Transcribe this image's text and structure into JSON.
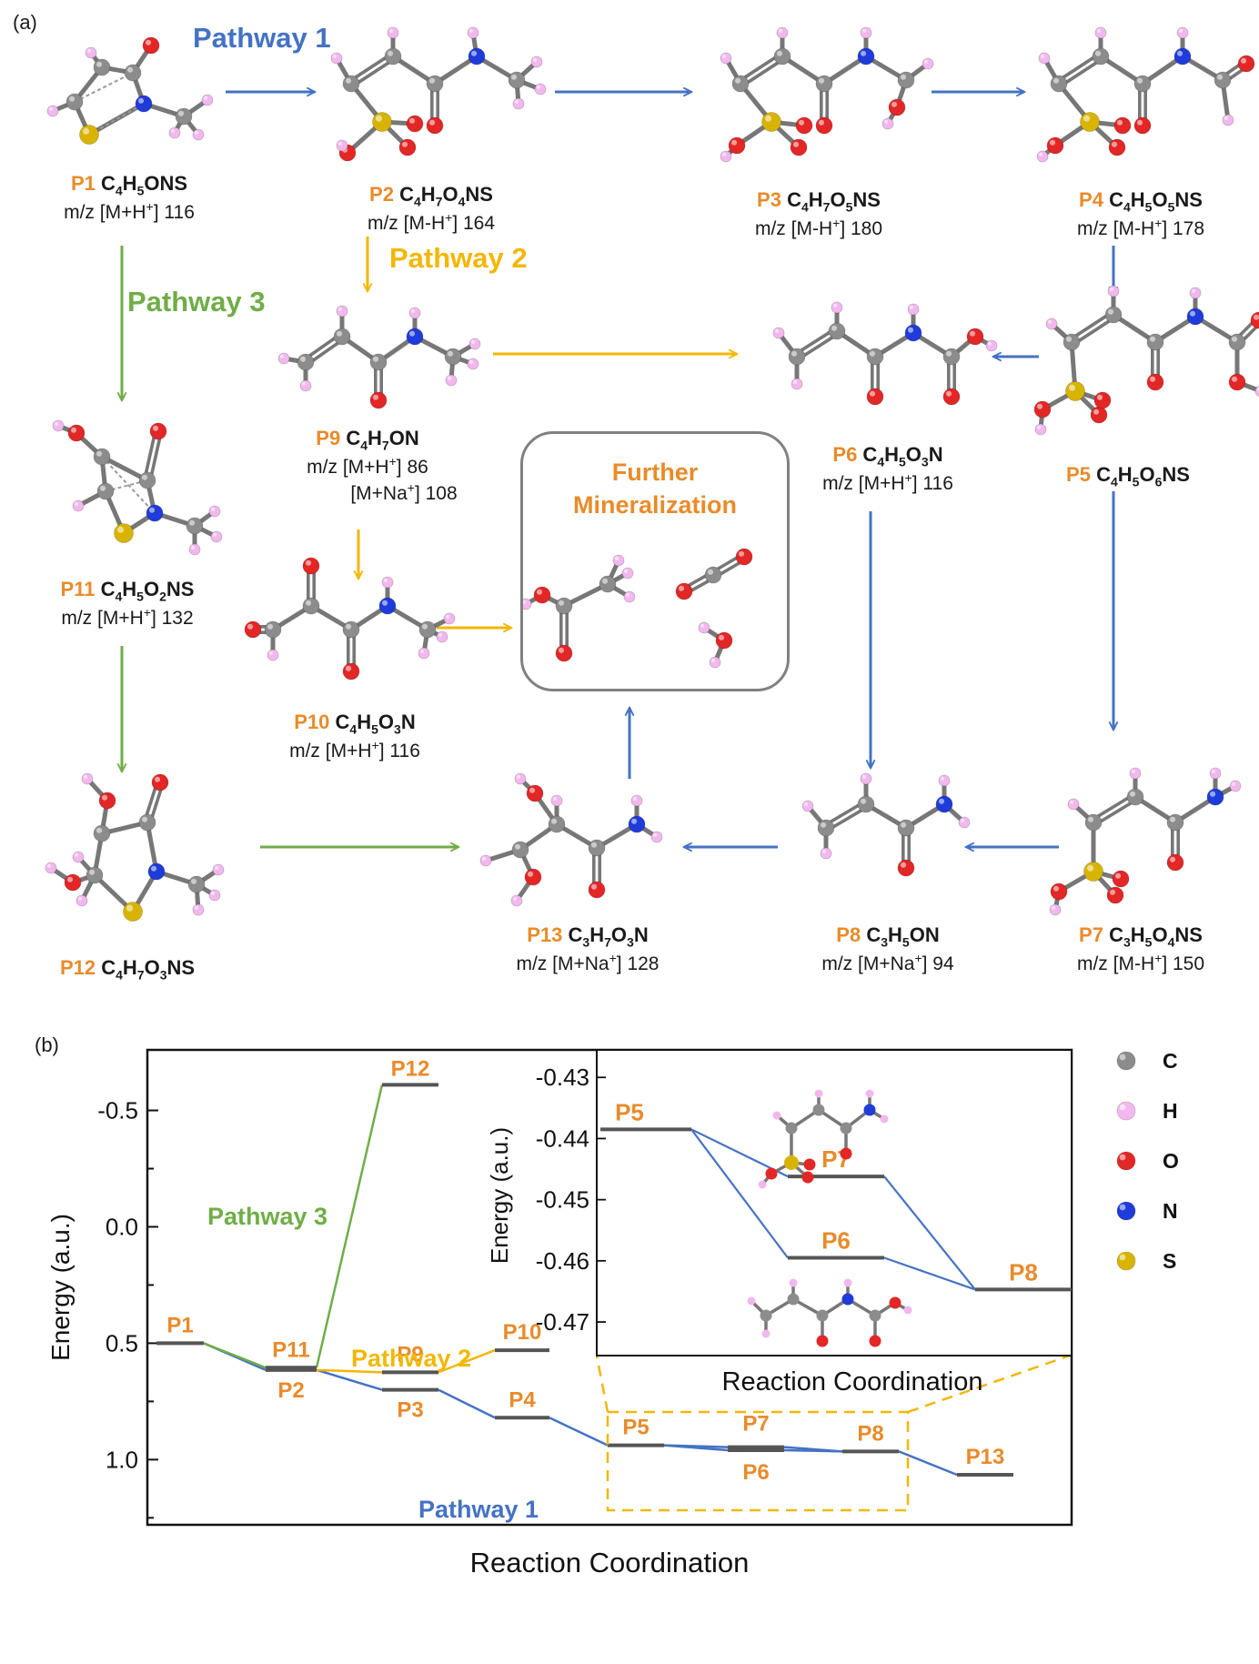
{
  "colors": {
    "pathway1": "#4472C4",
    "pathway2": "#F2B705",
    "pathway3": "#70AD47",
    "label": "#E98B2A",
    "C": "#8C8C8C",
    "H": "#F2B8EE",
    "O": "#E32626",
    "N": "#1F3BD9",
    "S": "#D8B400"
  },
  "panel_a": {
    "letter": "(a)",
    "pathway1": "Pathway 1",
    "pathway2": "Pathway 2",
    "pathway3": "Pathway 3",
    "mineralization": [
      "Further",
      "Mineralization"
    ],
    "products": [
      {
        "id": "P1",
        "formula": [
          "C",
          "4",
          "H",
          "5",
          "ONS"
        ],
        "ms": [
          "m/z [M+H",
          "+",
          "] 116"
        ]
      },
      {
        "id": "P2",
        "formula": [
          "C",
          "4",
          "H",
          "7",
          "O",
          "4",
          "NS"
        ],
        "ms": [
          "m/z [M-H",
          "+",
          "] 164"
        ]
      },
      {
        "id": "P3",
        "formula": [
          "C",
          "4",
          "H",
          "7",
          "O",
          "5",
          "NS"
        ],
        "ms": [
          "m/z [M-H",
          "+",
          "] 180"
        ]
      },
      {
        "id": "P4",
        "formula": [
          "C",
          "4",
          "H",
          "5",
          "O",
          "5",
          "NS"
        ],
        "ms": [
          "m/z [M-H",
          "+",
          "] 178"
        ]
      },
      {
        "id": "P5",
        "formula": [
          "C",
          "4",
          "H",
          "5",
          "O",
          "6",
          "NS"
        ],
        "ms": []
      },
      {
        "id": "P6",
        "formula": [
          "C",
          "4",
          "H",
          "5",
          "O",
          "3",
          "N"
        ],
        "ms": [
          "m/z [M+H",
          "+",
          "] 116"
        ]
      },
      {
        "id": "P7",
        "formula": [
          "C",
          "3",
          "H",
          "5",
          "O",
          "4",
          "NS"
        ],
        "ms": [
          "m/z [M-H",
          "+",
          "] 150"
        ]
      },
      {
        "id": "P8",
        "formula": [
          "C",
          "3",
          "H",
          "5",
          "ON"
        ],
        "ms": [
          "m/z [M+Na",
          "+",
          "] 94"
        ]
      },
      {
        "id": "P9",
        "formula": [
          "C",
          "4",
          "H",
          "7",
          "ON"
        ],
        "ms": [
          "m/z [M+H",
          "+",
          "] 86"
        ],
        "ms2": [
          "[M+Na",
          "+",
          "] 108"
        ]
      },
      {
        "id": "P10",
        "formula": [
          "C",
          "4",
          "H",
          "5",
          "O",
          "3",
          "N"
        ],
        "ms": [
          "m/z [M+H",
          "+",
          "] 116"
        ]
      },
      {
        "id": "P11",
        "formula": [
          "C",
          "4",
          "H",
          "5",
          "O",
          "2",
          "NS"
        ],
        "ms": [
          "m/z [M+H",
          "+",
          "] 132"
        ]
      },
      {
        "id": "P12",
        "formula": [
          "C",
          "4",
          "H",
          "7",
          "O",
          "3",
          "NS"
        ],
        "ms": []
      },
      {
        "id": "P13",
        "formula": [
          "C",
          "3",
          "H",
          "7",
          "O",
          "3",
          "N"
        ],
        "ms": [
          "m/z [M+Na",
          "+",
          "] 128"
        ]
      }
    ]
  },
  "panel_b": {
    "letter": "(b)",
    "ylabel": "Energy (a.u.)",
    "xlabel": "Reaction Coordination",
    "yticks": [
      "1.0",
      "0.5",
      "0.0",
      "-0.5"
    ],
    "pathway1": "Pathway 1",
    "pathway2": "Pathway 2",
    "pathway3": "Pathway 3",
    "inset_ylabel": "Energy (a.u.)",
    "inset_xlabel": "Reaction Coordination",
    "inset_yticks": [
      "-0.43",
      "-0.44",
      "-0.45",
      "-0.46",
      "-0.47"
    ],
    "legend": [
      {
        "element": "C",
        "color": "#8C8C8C"
      },
      {
        "element": "H",
        "color": "#F2B8EE"
      },
      {
        "element": "O",
        "color": "#E32626"
      },
      {
        "element": "N",
        "color": "#1F3BD9"
      },
      {
        "element": "S",
        "color": "#D8B400"
      }
    ]
  },
  "chart_data": {
    "type": "line",
    "xlabel": "Reaction Coordination",
    "ylabel": "Energy (a.u.)",
    "ylim": [
      -0.78,
      1.26
    ],
    "yticks": [
      -0.5,
      0.0,
      0.5,
      1.0
    ],
    "levels": [
      {
        "name": "P1",
        "energy": 0.0
      },
      {
        "name": "P2",
        "energy": -0.115
      },
      {
        "name": "P11",
        "energy": -0.105
      },
      {
        "name": "P12",
        "energy": 1.11
      },
      {
        "name": "P9",
        "energy": -0.125
      },
      {
        "name": "P10",
        "energy": -0.03
      },
      {
        "name": "P3",
        "energy": -0.2
      },
      {
        "name": "P4",
        "energy": -0.32
      },
      {
        "name": "P5",
        "energy": -0.4385
      },
      {
        "name": "P6",
        "energy": -0.4595
      },
      {
        "name": "P7",
        "energy": -0.4462
      },
      {
        "name": "P8",
        "energy": -0.4647
      },
      {
        "name": "P13",
        "energy": -0.565
      }
    ],
    "series": [
      {
        "name": "Pathway 1",
        "path": [
          "P1",
          "P2",
          "P3",
          "P4",
          "P5",
          "P6",
          "P8",
          "P13"
        ]
      },
      {
        "name": "Pathway 1",
        "path": [
          "P5",
          "P7",
          "P8"
        ]
      },
      {
        "name": "Pathway 2",
        "path": [
          "P2",
          "P9",
          "P10"
        ]
      },
      {
        "name": "Pathway 3",
        "path": [
          "P1",
          "P11",
          "P12"
        ]
      }
    ],
    "inset": {
      "xlabel": "Reaction Coordination",
      "ylabel": "Energy (a.u.)",
      "ylim": [
        -0.4755,
        -0.4255
      ],
      "yticks": [
        -0.47,
        -0.46,
        -0.45,
        -0.44,
        -0.43
      ],
      "levels": [
        {
          "name": "P5",
          "energy": -0.4385
        },
        {
          "name": "P7",
          "energy": -0.4462
        },
        {
          "name": "P6",
          "energy": -0.4595
        },
        {
          "name": "P8",
          "energy": -0.4647
        }
      ]
    }
  }
}
